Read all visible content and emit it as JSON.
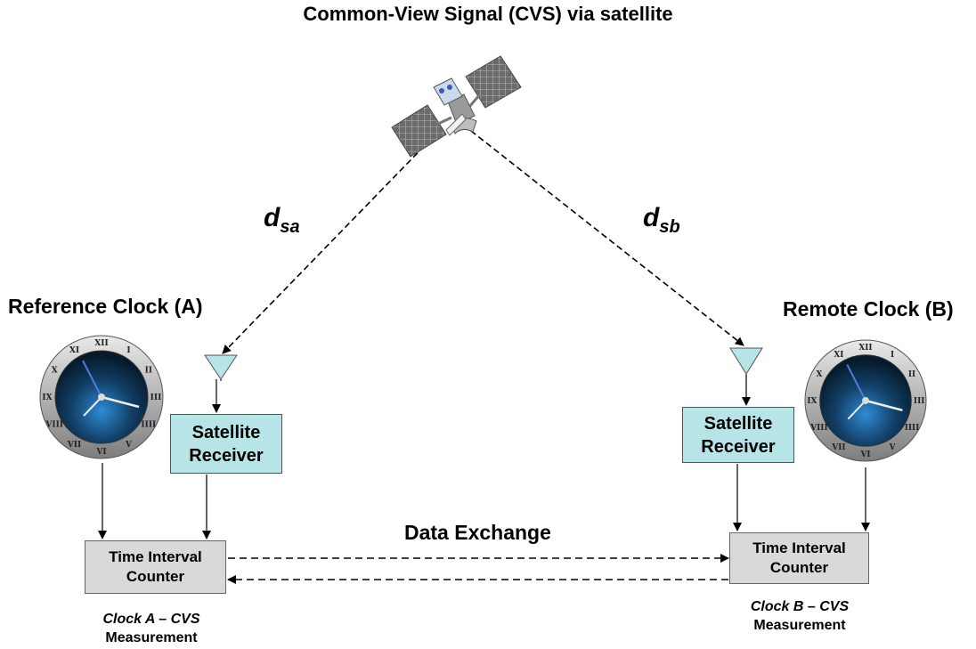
{
  "title": "Common-View Signal (CVS) via satellite",
  "clocks": {
    "a": {
      "title": "Reference Clock (A)",
      "numerals": [
        "XII",
        "I",
        "II",
        "III",
        "IIII",
        "V",
        "VI",
        "VII",
        "VIII",
        "IX",
        "X",
        "XI"
      ]
    },
    "b": {
      "title": "Remote Clock (B)"
    }
  },
  "distances": {
    "a": {
      "main": "d",
      "sub": "sa"
    },
    "b": {
      "main": "d",
      "sub": "sb"
    }
  },
  "receiver": {
    "line1": "Satellite",
    "line2": "Receiver"
  },
  "counter": {
    "line1": "Time Interval",
    "line2": "Counter"
  },
  "exchange": "Data Exchange",
  "measurements": {
    "a": {
      "line1": "Clock A – CVS",
      "line2": "Measurement"
    },
    "b": {
      "line1": "Clock B – CVS",
      "line2": "Measurement"
    }
  },
  "colors": {
    "receiver_fill": "#b7e4e6",
    "counter_fill": "#d9d9d9",
    "clock_face": "#0e3a5c",
    "antenna": "#b7e4e6"
  }
}
